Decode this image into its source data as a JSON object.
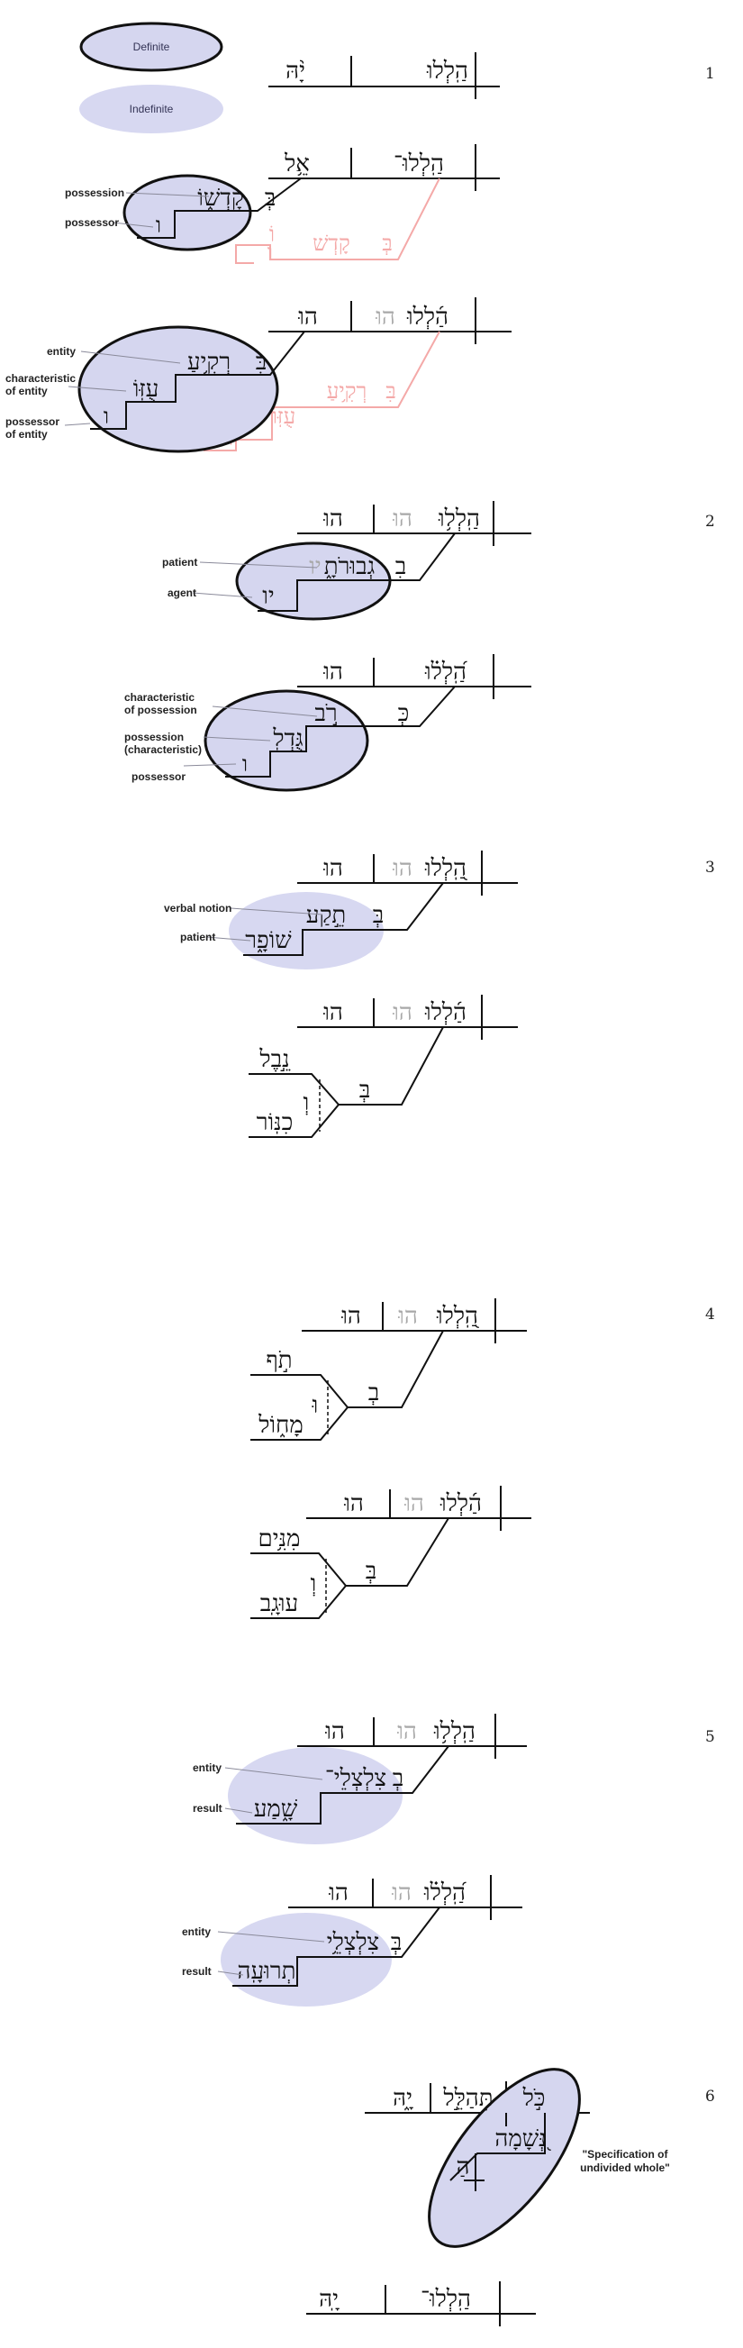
{
  "legend": {
    "definite": "Definite",
    "indefinite": "Indefinite"
  },
  "verse_numbers": [
    "1",
    "2",
    "3",
    "4",
    "5",
    "6"
  ],
  "d1": {
    "verb": "הַֽלְלוּ",
    "object": "יָ֨הּ"
  },
  "d2": {
    "verb": "הַֽלְלוּ־",
    "object": "אֵ֥ל",
    "prep": "בְּ",
    "noun": "קָדְשׁ֑וֹ",
    "suffix": "ו",
    "ghost_noun": "קָדְשׁ",
    "ghost_prep": "בְּ",
    "ghost_suffix": "וֹ",
    "ghost_suffix2": "ו",
    "label_possession": "possession",
    "label_possessor": "possessor"
  },
  "d3": {
    "verb_main": "הַ֜לְלוּ",
    "verb_faint": "הוּ",
    "object": "הוּ",
    "prep": "בִּ",
    "noun": "רְקִ֥יעַ",
    "noun2": "עֻזּֽוֹ",
    "suffix": "ו",
    "ghost_noun": "רְקִ֥יעַ",
    "ghost_prep": "בִּ",
    "ghost_noun2": "עֻזּֽוֹ",
    "ghost_suffix": "ו",
    "label_entity": "entity",
    "label_char_1": "characteristic",
    "label_char_2": "of entity",
    "label_poss_1": "possessor",
    "label_poss_2": "of entity"
  },
  "d4": {
    "verb_main": "הַֽלְל֥וּ",
    "verb_faint": "הוּ",
    "object": "הוּ",
    "prep": "בִ",
    "noun": "גְבוּרֹתָ֑",
    "noun_faint": "יו",
    "suffix": "יו",
    "label_patient": "patient",
    "label_agent": "agent"
  },
  "d5": {
    "verb": "הַֽ֝לְל֗וּ",
    "object": "הוּ",
    "prep": "כְּ",
    "noun": "רֹ֣ב",
    "noun2": "גֻּדְלֽ",
    "suffix": "ו",
    "label_char_1": "characteristic",
    "label_char_2": "of possession",
    "label_possn_1": "possession",
    "label_possn_2": "(characteristic)",
    "label_possessor": "possessor"
  },
  "d6": {
    "verb_main": "הַֽ֭לְלוּ",
    "verb_faint": "הוּ",
    "object": "הוּ",
    "prep": "בְּ",
    "noun": "תֵ֣קַע",
    "noun2": "שׁוֹפָ֑ר",
    "label_verbal": "verbal notion",
    "label_patient": "patient"
  },
  "d7": {
    "verb_main": "הַ֜לְלוּ",
    "verb_faint": "הוּ",
    "object": "הוּ",
    "prep": "בְּ",
    "conj": "וְ",
    "noun_top": "נֵ֣בֶל",
    "noun_bottom": "כִנּֽוֹר"
  },
  "d8": {
    "verb_main": "הַֽ֭לְלוּ",
    "verb_faint": "הוּ",
    "object": "הוּ",
    "prep": "בְ",
    "conj": "וּ",
    "noun_top": "תֹ֣ף",
    "noun_bottom": "מָח֑וֹל"
  },
  "d9": {
    "verb_main": "הַ֜לְלוּ",
    "verb_faint": "הוּ",
    "object": "הוּ",
    "prep": "בְּ",
    "conj": "וְ",
    "noun_top": "מִנִּ֥ים",
    "noun_bottom": "עוּגָֽב"
  },
  "d10": {
    "verb_main": "הַֽלְל֥וּ",
    "verb_faint": "הוּ",
    "object": "הוּ",
    "prep": "בְ",
    "noun": "צִלְצְלֵי־",
    "noun2": "שָׁ֑מַע",
    "label_entity": "entity",
    "label_result": "result"
  },
  "d11": {
    "verb_main": "הַֽ֝לְל֗וּ",
    "verb_faint": "הוּ",
    "object": "הוּ",
    "prep": "בְּ",
    "noun": "צִלְצְלֵ֥י",
    "noun2": "תְרוּעָֽה",
    "label_entity": "entity",
    "label_result": "result"
  },
  "d12": {
    "subject": "כֹּ֣ל",
    "verb": "תְּהַלֵּ֣ל",
    "object": "יָ֑הּ",
    "noun": "נְּ֭שָׁמָה",
    "art": "הַ",
    "note_1": "\"Specification of",
    "note_2": "undivided whole\""
  },
  "d13": {
    "verb": "הַֽלְלוּ־",
    "object": "יָֽהּ"
  }
}
